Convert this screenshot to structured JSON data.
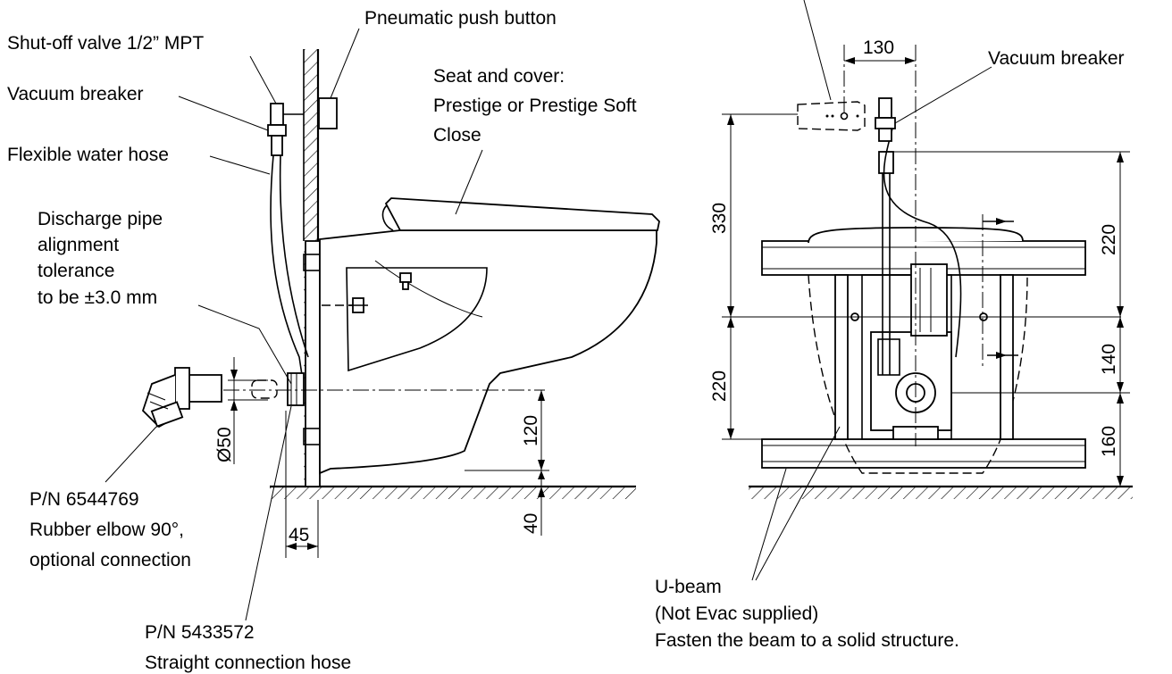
{
  "labels": {
    "pneumatic_button": "Pneumatic push button",
    "shutoff_valve": "Shut-off valve 1/2” MPT",
    "vacuum_breaker_left": "Vacuum breaker",
    "flexible_hose": "Flexible water hose",
    "discharge_tolerance": [
      "Discharge pipe",
      "alignment",
      "tolerance",
      "to be ±3.0 mm"
    ],
    "seat_cover": [
      "Seat and cover:",
      "Prestige or Prestige Soft",
      "Close"
    ],
    "rubber_elbow": [
      "P/N 6544769",
      "Rubber elbow 90°,",
      "optional connection"
    ],
    "straight_hose": [
      "P/N 5433572",
      "Straight connection hose"
    ],
    "vacuum_breaker_right": "Vacuum breaker",
    "u_beam": [
      "U-beam",
      "(Not Evac supplied)",
      "Fasten the beam to a solid structure."
    ]
  },
  "dimensions": {
    "d50": "Ø50",
    "d120": "120",
    "d40": "40",
    "d45": "45",
    "d130": "130",
    "d330": "330",
    "d220_left": "220",
    "d220_right": "220",
    "d140": "140",
    "d160": "160"
  }
}
